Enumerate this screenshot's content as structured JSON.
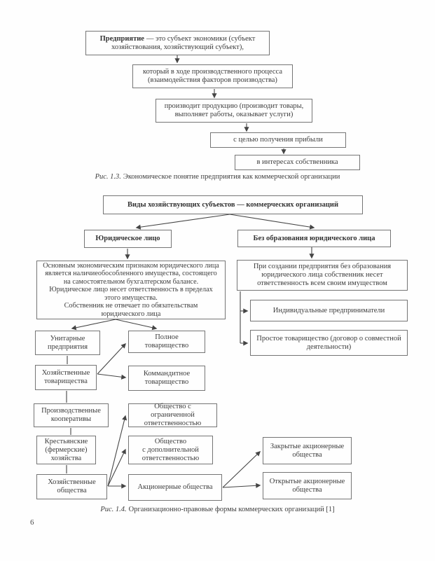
{
  "page": {
    "number": "6"
  },
  "fig13": {
    "caption_label": "Рис. 1.3.",
    "caption_text": "Экономическое понятие предприятия как коммерческой организации",
    "boxes": {
      "definition_term": "Предприятие",
      "definition_rest": "— это субъект экономики (субъект\nхозяйствования, хозяйствующий субъект),",
      "process": "который в ходе производственного процесса\n(взаимодействия факторов производства)",
      "output": "производит продукцию (производит товары,\nвыполняет работы, оказывает услуги)",
      "profit": "с целью получения прибыли",
      "owner": "в интересах собственника"
    }
  },
  "fig14": {
    "caption_label": "Рис. 1.4.",
    "caption_text": "Организационно-правовые формы коммерческих организаций [1]",
    "boxes": {
      "root": "Виды хозяйствующих субъектов — коммерческих организаций",
      "legal_entity": "Юридическое лицо",
      "no_legal_entity": "Без образования юридического лица",
      "legal_entity_desc": "Основным экономическим признаком юридического лица\nявляется наличиеобособленного имущества, состоящего\nна самостоятельном бухгалтерском балансе.\nЮридическое лицо несет ответственность в пределах\nэтого имущества.\nСобственник не отвечает по обязательствам\nюридического лица",
      "no_legal_entity_desc": "При создании предприятия без образования\nюридического лица собственник несет\nответственность всем своим имуществом",
      "individual_entrepreneurs": "Индивидуальные предприниматели",
      "simple_partnership": "Простое товарищество (договор о совместной\nдеятельности)",
      "unitary_enterprises": "Унитарные\nпредприятия",
      "full_partnership": "Полное\nтоварищество",
      "economic_partnerships": "Хозяйственные\nтоварищества",
      "limited_partnership": "Коммандитное\nтоварищество",
      "production_cooperatives": "Производственные\nкооперативы",
      "farm_enterprises": "Крестьянские\n(фермерские)\nхозяйства",
      "economic_companies": "Хозяйственные\nобщества",
      "llc": "Общество с ограниченной\nответственностью",
      "alc": "Общество\nс дополнительной\nответственностью",
      "jsc": "Акционерные общества",
      "closed_jsc": "Закрытые акционерные\nобщества",
      "open_jsc": "Открытые акционерные\nобщества"
    }
  }
}
